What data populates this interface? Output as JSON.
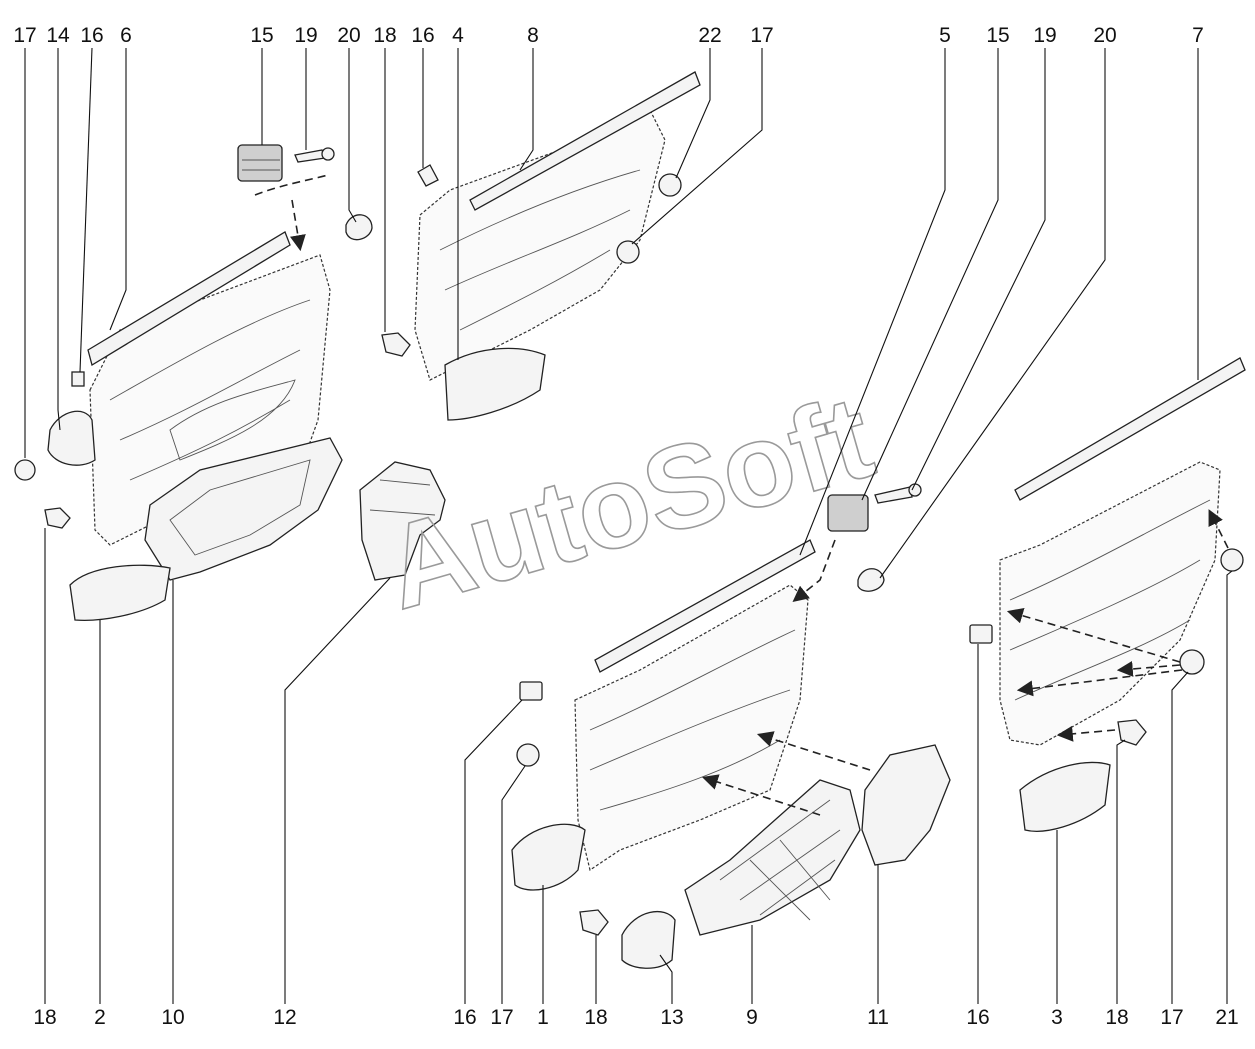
{
  "watermark": "AutoSoft",
  "callouts_top": [
    "17",
    "14",
    "16",
    "6",
    "15",
    "19",
    "20",
    "18",
    "16",
    "4",
    "8",
    "22",
    "17",
    "5",
    "15",
    "19",
    "20",
    "7"
  ],
  "callouts_bottom": [
    "18",
    "2",
    "10",
    "12",
    "16",
    "17",
    "1",
    "18",
    "13",
    "9",
    "11",
    "16",
    "3",
    "18",
    "17",
    "21"
  ]
}
